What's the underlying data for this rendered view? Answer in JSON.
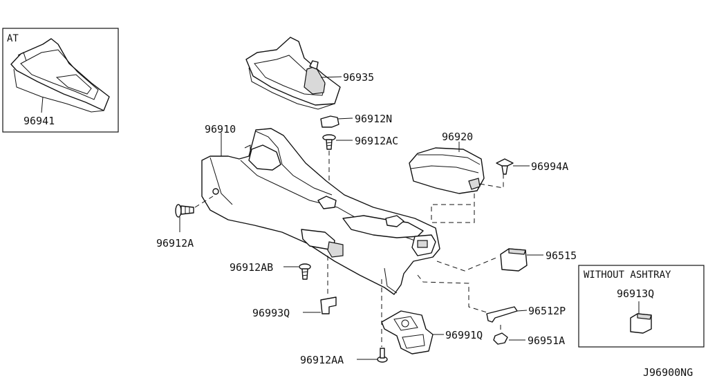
{
  "diagram": {
    "inset_boxes": {
      "at": "AT",
      "without_ashtray": "WITHOUT ASHTRAY"
    },
    "part_numbers": {
      "p96941": "96941",
      "p96935": "96935",
      "p96912N": "96912N",
      "p96912AC": "96912AC",
      "p96910": "96910",
      "p96920": "96920",
      "p96994A": "96994A",
      "p96912A": "96912A",
      "p96515": "96515",
      "p96912AB": "96912AB",
      "p96993Q": "96993Q",
      "p96512P": "96512P",
      "p96991Q": "96991Q",
      "p96951A": "96951A",
      "p96912AA": "96912AA",
      "p96913Q": "96913Q"
    },
    "drawing_code": "J96900NG"
  }
}
